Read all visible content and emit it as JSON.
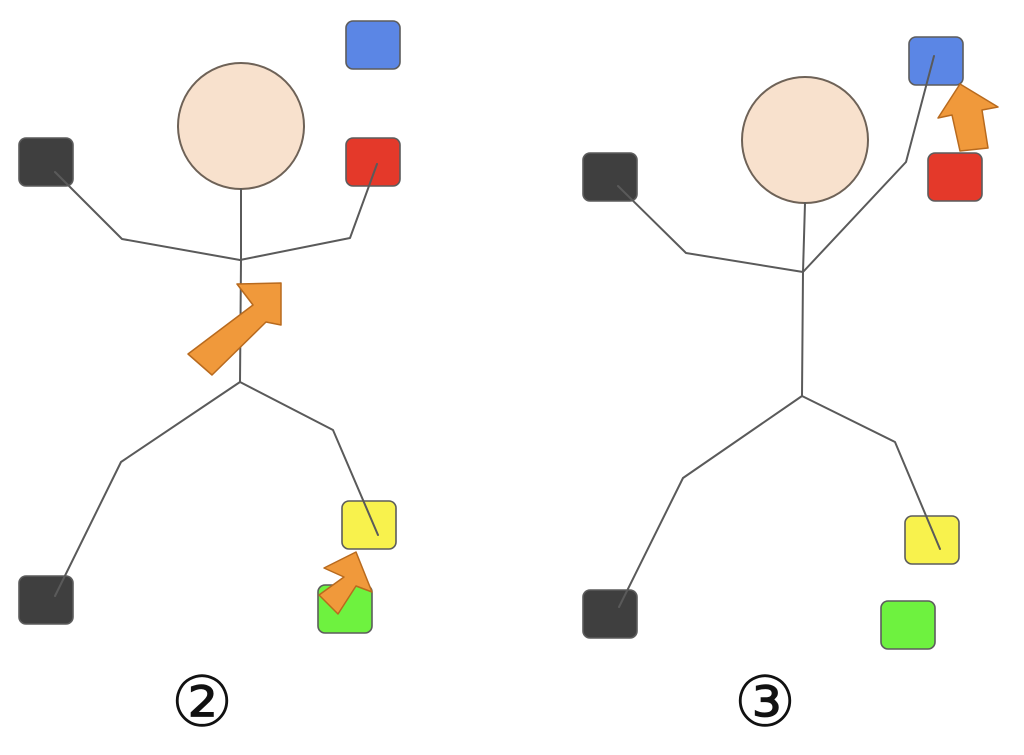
{
  "panels": [
    {
      "number": "②",
      "holds": [
        {
          "name": "blue-hold",
          "color": "#5b86e5"
        },
        {
          "name": "red-hold",
          "color": "#e4392a"
        },
        {
          "name": "left-hand-hold",
          "color": "#3f3f3f"
        },
        {
          "name": "left-foot-hold",
          "color": "#3f3f3f"
        },
        {
          "name": "yellow-hold",
          "color": "#f8f24d"
        },
        {
          "name": "green-hold",
          "color": "#6ef23f"
        }
      ],
      "arrows": [
        "body-move-arrow",
        "right-foot-move-arrow"
      ]
    },
    {
      "number": "③",
      "holds": [
        {
          "name": "blue-hold",
          "color": "#5b86e5"
        },
        {
          "name": "red-hold",
          "color": "#e4392a"
        },
        {
          "name": "left-hand-hold",
          "color": "#3f3f3f"
        },
        {
          "name": "left-foot-hold",
          "color": "#3f3f3f"
        },
        {
          "name": "yellow-hold",
          "color": "#f8f24d"
        },
        {
          "name": "green-hold",
          "color": "#6ef23f"
        }
      ],
      "arrows": [
        "right-hand-move-arrow"
      ]
    }
  ],
  "colors": {
    "arrow": "#f0993b",
    "head": "#f8e1cd",
    "limb": "#5a5a5a"
  }
}
